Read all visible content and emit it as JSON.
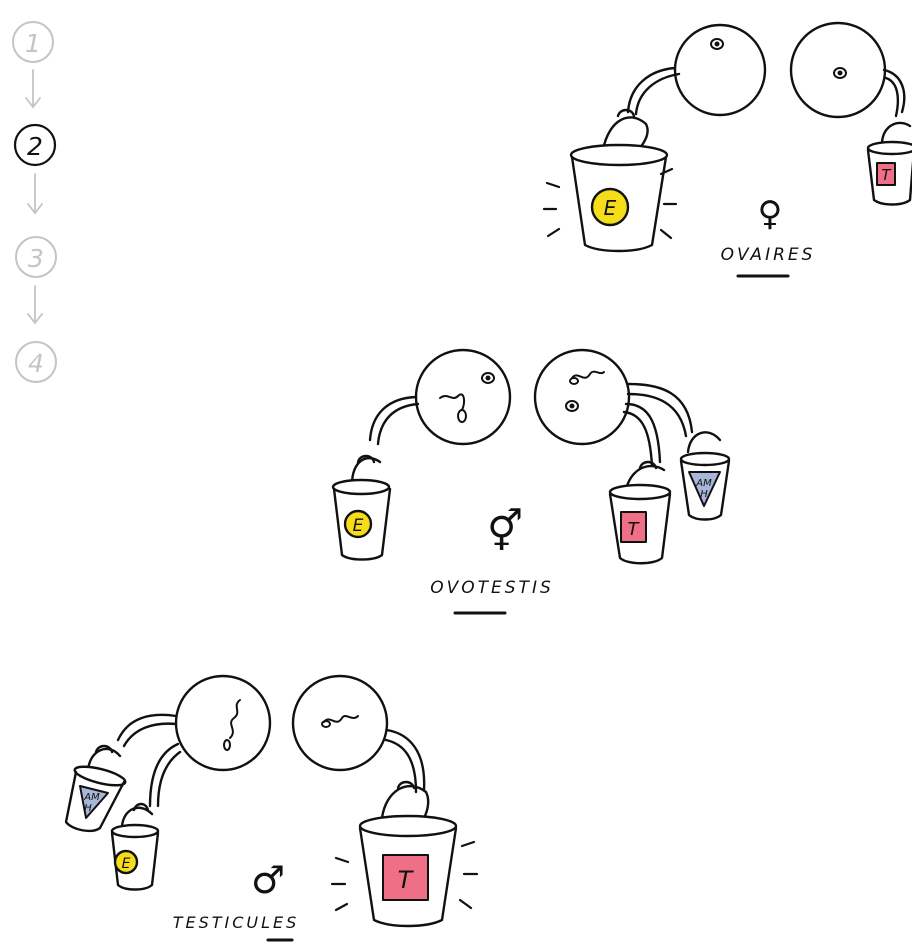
{
  "steps": {
    "items": [
      "1",
      "2",
      "3",
      "4"
    ],
    "active_index": 1
  },
  "panels": {
    "ovaires": {
      "caption": "OVAIRES",
      "symbol": "♀",
      "buckets": {
        "big": "E",
        "small": "T"
      }
    },
    "ovotestis": {
      "caption": "OVOTESTIS",
      "symbol": "⚥",
      "buckets": {
        "left": "E",
        "mid": "T",
        "right_line1": "AM",
        "right_line2": "H"
      }
    },
    "testicules": {
      "caption": "TESTICULES",
      "symbol": "♂",
      "buckets": {
        "left_top_line1": "AM",
        "left_top_line2": "H",
        "left_bottom": "E",
        "big": "T"
      }
    }
  },
  "colors": {
    "ink": "#111111",
    "inactive": "#c4c4c4",
    "estrogen_yellow": "#f5dd1a",
    "testosterone_red": "#ef6f86",
    "amh_blue": "#a7b7d8"
  }
}
